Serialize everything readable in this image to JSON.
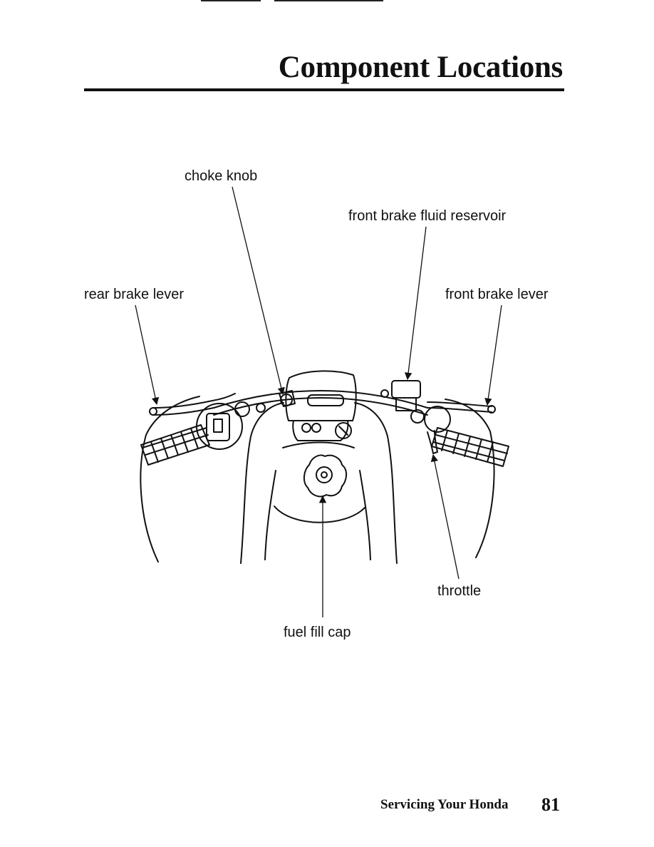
{
  "page": {
    "title": "Component Locations",
    "section": "Servicing Your Honda",
    "page_number": "81"
  },
  "callouts": {
    "choke_knob": "choke knob",
    "front_brake_fluid_reservoir": "front brake fluid reservoir",
    "rear_brake_lever": "rear brake lever",
    "front_brake_lever": "front brake lever",
    "throttle": "throttle",
    "fuel_fill_cap": "fuel fill cap"
  }
}
